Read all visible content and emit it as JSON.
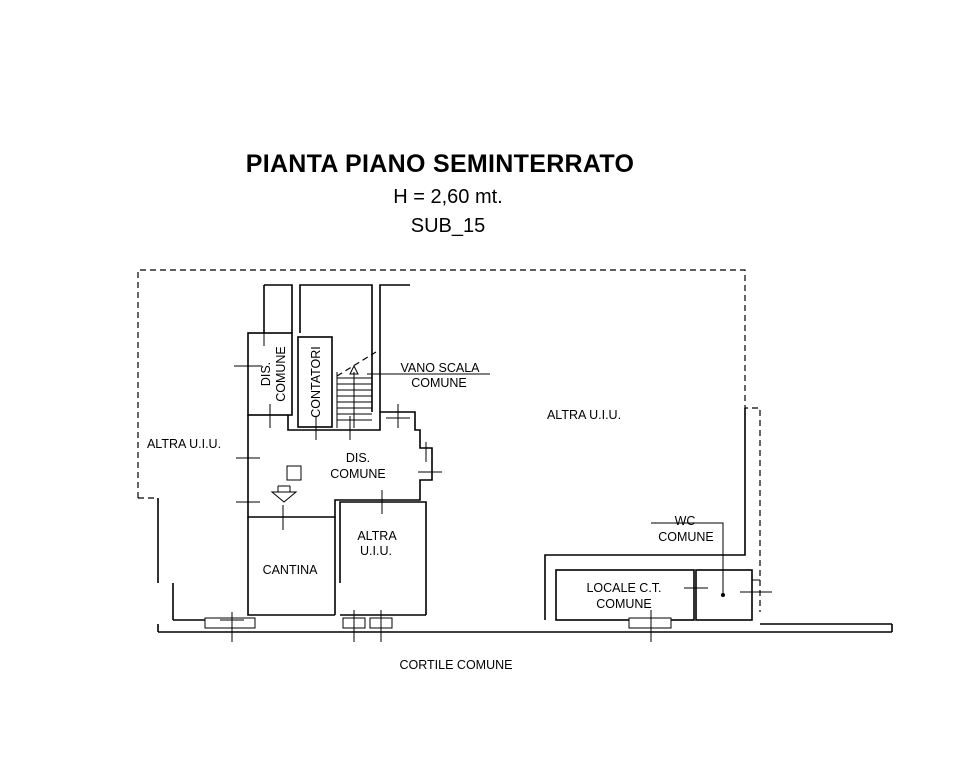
{
  "header": {
    "title": "PIANTA PIANO SEMINTERRATO",
    "height": "H = 2,60 mt.",
    "sub": "SUB_15"
  },
  "rooms": {
    "dis_comune_vertical_1": "DIS.",
    "dis_comune_vertical_2": "COMUNE",
    "contatori": "CONTATORI",
    "vano_scala_1": "VANO SCALA",
    "vano_scala_2": "COMUNE",
    "altra_uiu_right": "ALTRA U.I.U.",
    "altra_uiu_left": "ALTRA U.I.U.",
    "dis_comune_1": "DIS.",
    "dis_comune_2": "COMUNE",
    "altra_uiu_small_1": "ALTRA",
    "altra_uiu_small_2": "U.I.U.",
    "cantina": "CANTINA",
    "wc_1": "WC",
    "wc_2": "COMUNE",
    "locale_ct_1": "LOCALE C.T.",
    "locale_ct_2": "COMUNE",
    "cortile": "CORTILE COMUNE"
  }
}
